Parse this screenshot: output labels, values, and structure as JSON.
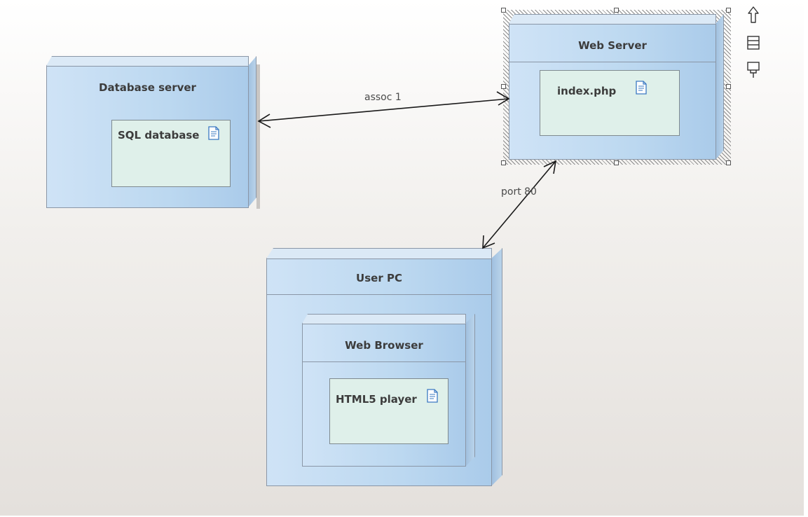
{
  "nodes": {
    "database_server": {
      "title": "Database server",
      "artifact": "SQL database"
    },
    "web_server": {
      "title": "Web Server",
      "artifact": "index.php"
    },
    "user_pc": {
      "title": "User PC",
      "inner_node": {
        "title": "Web Browser",
        "artifact": "HTML5 player"
      }
    }
  },
  "connectors": {
    "db_web": {
      "label": "assoc 1"
    },
    "web_user": {
      "label": "port 80"
    }
  },
  "selection": {
    "selected": "web_server"
  },
  "toolbar_icons": [
    "arrow-up-icon",
    "element-list-icon",
    "connector-port-icon"
  ],
  "colors": {
    "node_fill": "#bcd8f0",
    "artifact_fill": "#dff0ea",
    "border": "#8a96a6",
    "connector": "#1a1a1a"
  }
}
